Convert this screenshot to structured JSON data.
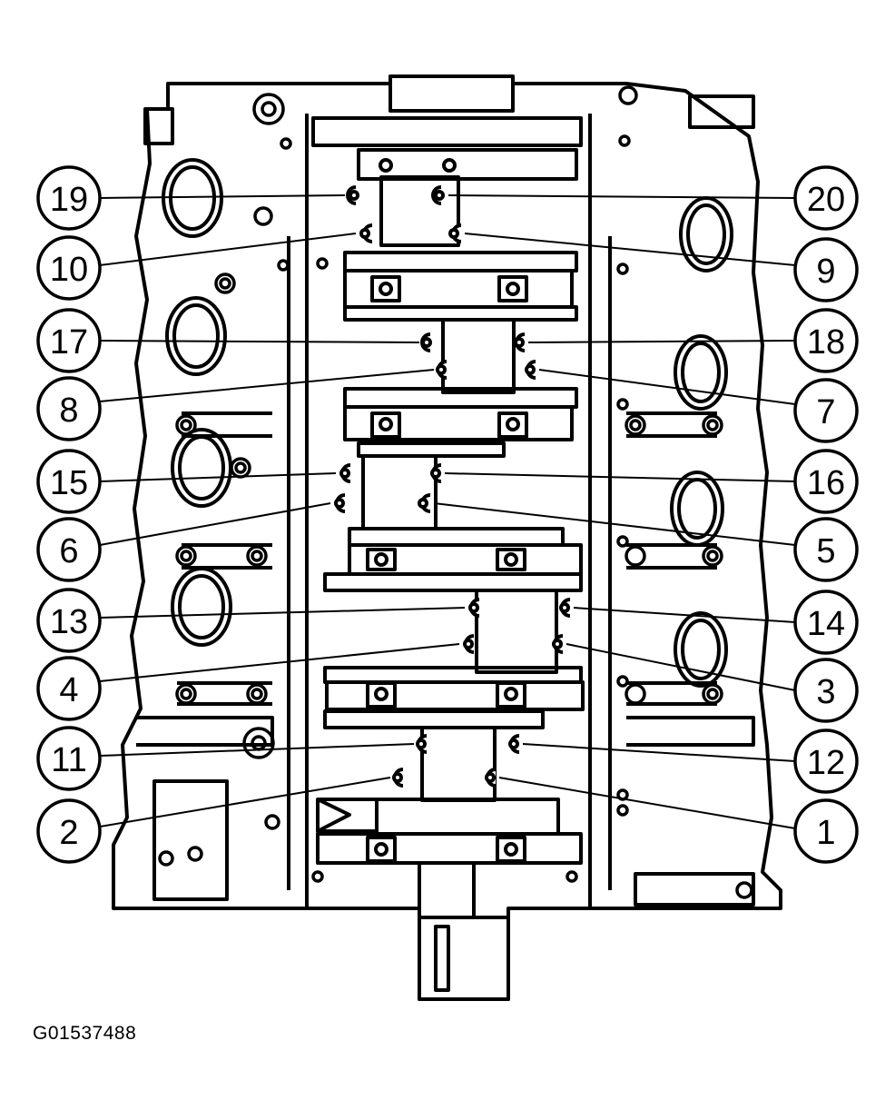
{
  "figure_id": "G01537488",
  "callouts": [
    {
      "id": "19",
      "side": "left"
    },
    {
      "id": "10",
      "side": "left"
    },
    {
      "id": "17",
      "side": "left"
    },
    {
      "id": "8",
      "side": "left"
    },
    {
      "id": "15",
      "side": "left"
    },
    {
      "id": "6",
      "side": "left"
    },
    {
      "id": "13",
      "side": "left"
    },
    {
      "id": "4",
      "side": "left"
    },
    {
      "id": "11",
      "side": "left"
    },
    {
      "id": "2",
      "side": "left"
    },
    {
      "id": "20",
      "side": "right"
    },
    {
      "id": "9",
      "side": "right"
    },
    {
      "id": "18",
      "side": "right"
    },
    {
      "id": "7",
      "side": "right"
    },
    {
      "id": "16",
      "side": "right"
    },
    {
      "id": "5",
      "side": "right"
    },
    {
      "id": "14",
      "side": "right"
    },
    {
      "id": "3",
      "side": "right"
    },
    {
      "id": "12",
      "side": "right"
    },
    {
      "id": "1",
      "side": "right"
    }
  ]
}
